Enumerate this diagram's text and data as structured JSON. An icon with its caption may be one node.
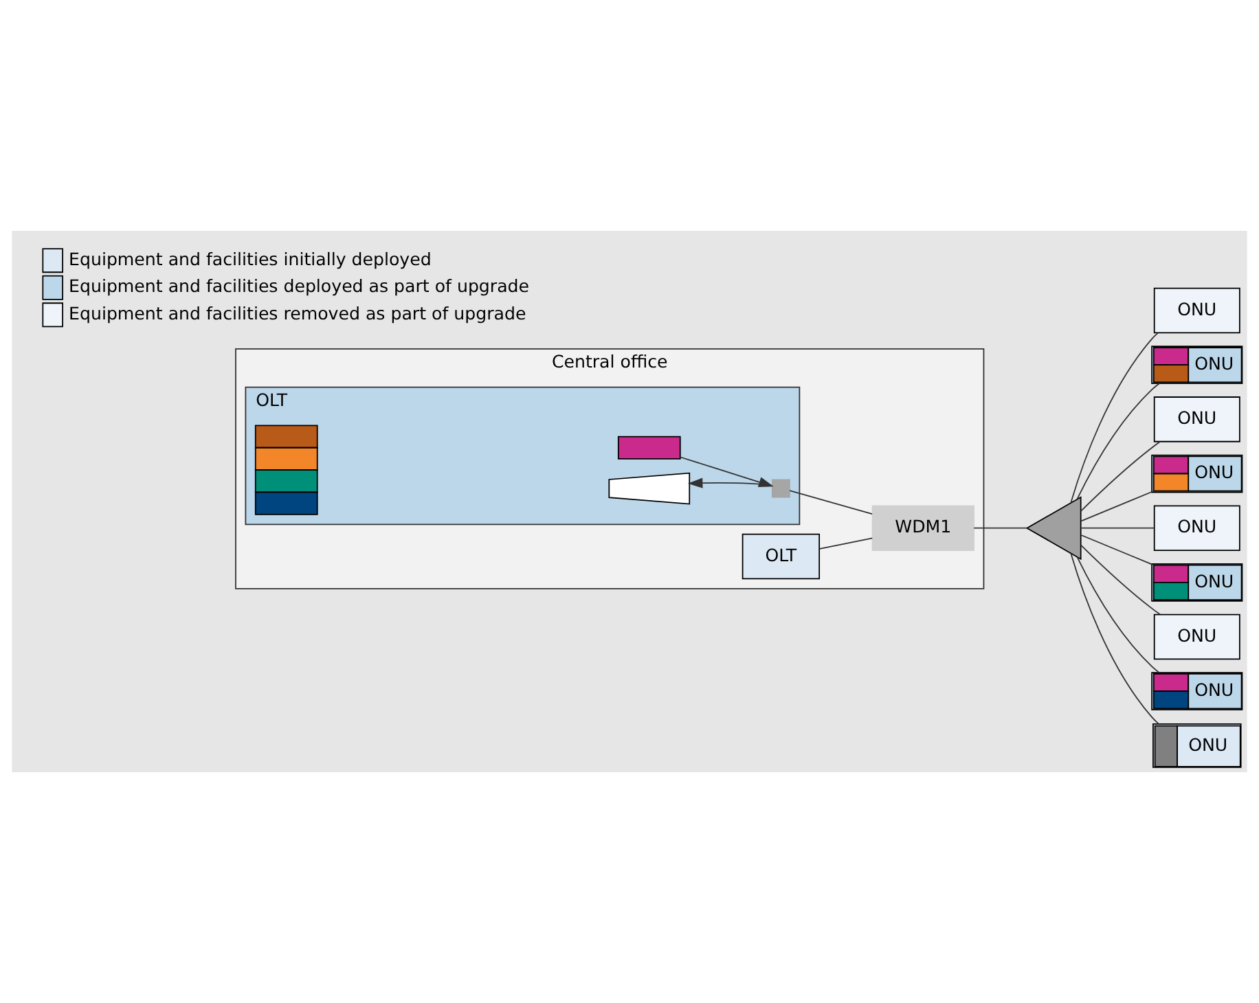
{
  "diagram": {
    "nodes": [
      {
        "text": [
          "Central office"
        ]
      },
      {
        "text": [
          "OLT"
        ],
        "in": 0
      },
      {
        "text": [],
        "shape": "box",
        "in": 1
      },
      {
        "text": [],
        "shape": "bar",
        "in": 1
      },
      {
        "text": [],
        "shape": "trapezoid",
        "in": 1
      },
      {
        "text": [],
        "shape": "box",
        "in": 1
      },
      {
        "text": [
          "OLT"
        ],
        "in": 0
      },
      {
        "text": [
          "WDM1"
        ],
        "in": 0
      },
      {
        "text": [],
        "shape": "triangle"
      },
      {
        "text": [
          "ONU"
        ]
      },
      {
        "text": [
          "ONU"
        ]
      },
      {
        "text": [
          "ONU"
        ]
      },
      {
        "text": [
          "ONU"
        ]
      },
      {
        "text": [
          "ONU"
        ]
      },
      {
        "text": [
          "ONU"
        ]
      },
      {
        "text": [
          "ONU"
        ]
      },
      {
        "text": [
          "ONU"
        ]
      },
      {
        "text": [
          "ONU"
        ]
      }
    ],
    "edges": [
      {
        "from": 2,
        "to": 5,
        "arrow": "to"
      },
      {
        "from": 5,
        "to": 4,
        "arrow": "to"
      },
      {
        "from": 5,
        "to": 7,
        "arrow": "none"
      },
      {
        "from": 6,
        "to": 7,
        "arrow": "none"
      },
      {
        "from": 7,
        "to": 8,
        "arrow": "none"
      },
      {
        "from": 8,
        "to": 9,
        "arrow": "none"
      },
      {
        "from": 8,
        "to": 10,
        "arrow": "none"
      },
      {
        "from": 8,
        "to": 11,
        "arrow": "none"
      },
      {
        "from": 8,
        "to": 12,
        "arrow": "none"
      },
      {
        "from": 8,
        "to": 13,
        "arrow": "none"
      },
      {
        "from": 8,
        "to": 14,
        "arrow": "none"
      },
      {
        "from": 8,
        "to": 15,
        "arrow": "none"
      },
      {
        "from": 8,
        "to": 16,
        "arrow": "none"
      },
      {
        "from": 8,
        "to": 17,
        "arrow": "none"
      }
    ],
    "legend": [
      {
        "text": "Equipment and facilities initially deployed",
        "color": "#dce9f5"
      },
      {
        "text": "Equipment and facilities deployed as part of upgrade",
        "color": "#bdd7ea"
      },
      {
        "text": "Equipment and facilities removed as part of upgrade",
        "color": "#eef4fa"
      }
    ]
  }
}
